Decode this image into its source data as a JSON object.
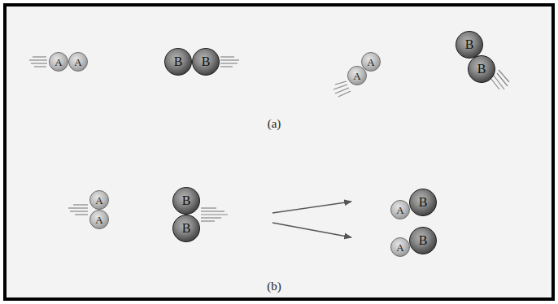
{
  "diagram": {
    "nodes": [
      {
        "text": [
          "A"
        ]
      },
      {
        "text": [
          "A"
        ]
      },
      {
        "text": [
          "B"
        ]
      },
      {
        "text": [
          "B"
        ]
      },
      {
        "text": [
          "A"
        ]
      },
      {
        "text": [
          "A"
        ]
      },
      {
        "text": [
          "B"
        ]
      },
      {
        "text": [
          "B"
        ]
      },
      {
        "text": [
          "A"
        ]
      },
      {
        "text": [
          "A"
        ]
      },
      {
        "text": [
          "B"
        ]
      },
      {
        "text": [
          "B"
        ]
      },
      {
        "text": [
          "A"
        ]
      },
      {
        "text": [
          "B"
        ]
      },
      {
        "text": [
          "A"
        ]
      },
      {
        "text": [
          "B"
        ]
      }
    ],
    "labels": [
      "(a)",
      "(b)"
    ]
  }
}
